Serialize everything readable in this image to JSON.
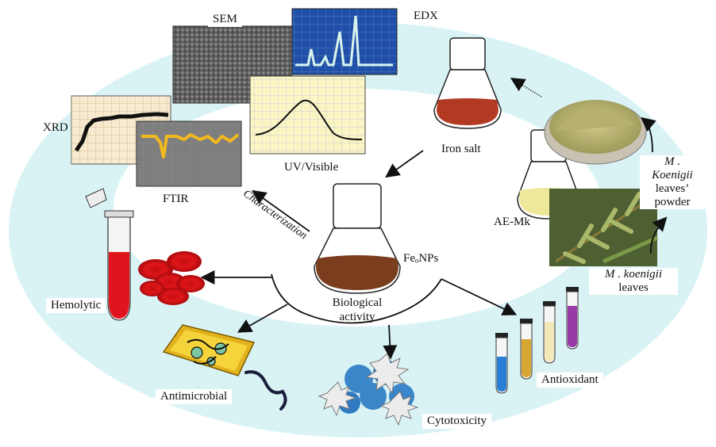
{
  "labels": {
    "sem": "SEM",
    "edx": "EDX",
    "xrd": "XRD",
    "ftir": "FTIR",
    "uv_visible": "UV/Visible",
    "characterization": "Characterization",
    "iron_salt": "Iron salt",
    "ae_mk": "AE-Mk",
    "fe_nps": "FeₒNPs",
    "biological_activity_line1": "Biological",
    "biological_activity_line2": "activity",
    "hemolytic": "Hemolytic",
    "antimicrobial": "Antimicrobial",
    "cytotoxicity": "Cytotoxicity",
    "antioxidant": "Antioxidant",
    "powder_line1": "M .",
    "powder_line2": "Koenigii",
    "powder_line3": "leaves’",
    "powder_line4": "powder",
    "leaves_line1": "M . koenigii",
    "leaves_line2": "leaves"
  },
  "colors": {
    "ellipse_outer": "#d9f3f5",
    "ellipse_inner": "#ffffff",
    "iron_salt_liquid": "#b33a22",
    "ae_mk_liquid": "#efe79a",
    "fe_nps_liquid": "#7a3d1d",
    "blood_red": "#e0141c",
    "powder": "#b5b070",
    "leaf_green": "#4d6b2e",
    "tube_blue": "#2a7fd4",
    "tube_amber": "#d8a632",
    "tube_cream": "#f3e8b8",
    "tube_purple": "#9a3aa8"
  }
}
